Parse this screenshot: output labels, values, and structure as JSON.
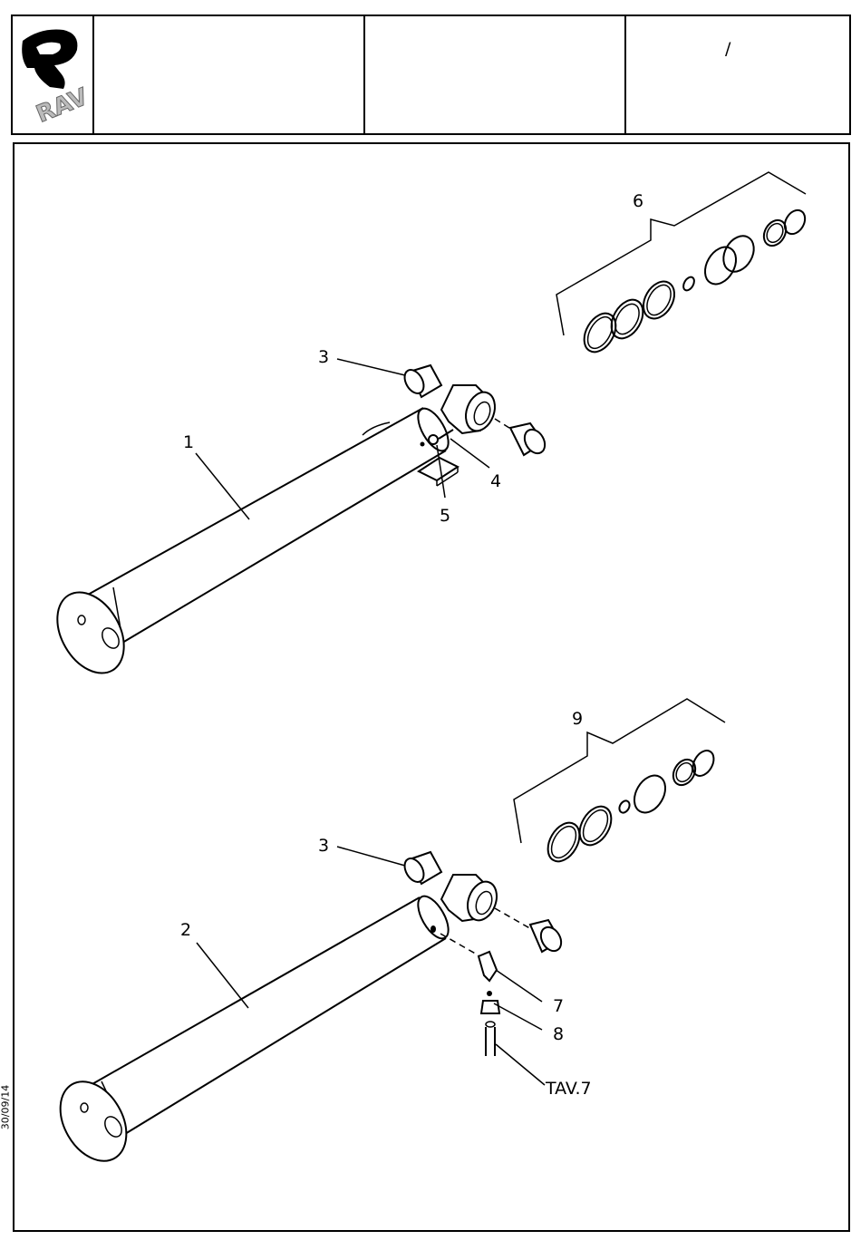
{
  "title_block": {
    "logo_text": "RAV",
    "cell_1": "",
    "cell_2": "",
    "cell_3": "/"
  },
  "side_date": "30/09/14",
  "callouts": {
    "c1": "1",
    "c2": "2",
    "c3a": "3",
    "c3b": "3",
    "c4": "4",
    "c5": "5",
    "c6": "6",
    "c7": "7",
    "c8": "8",
    "c9": "9",
    "tav": "TAV.7"
  }
}
